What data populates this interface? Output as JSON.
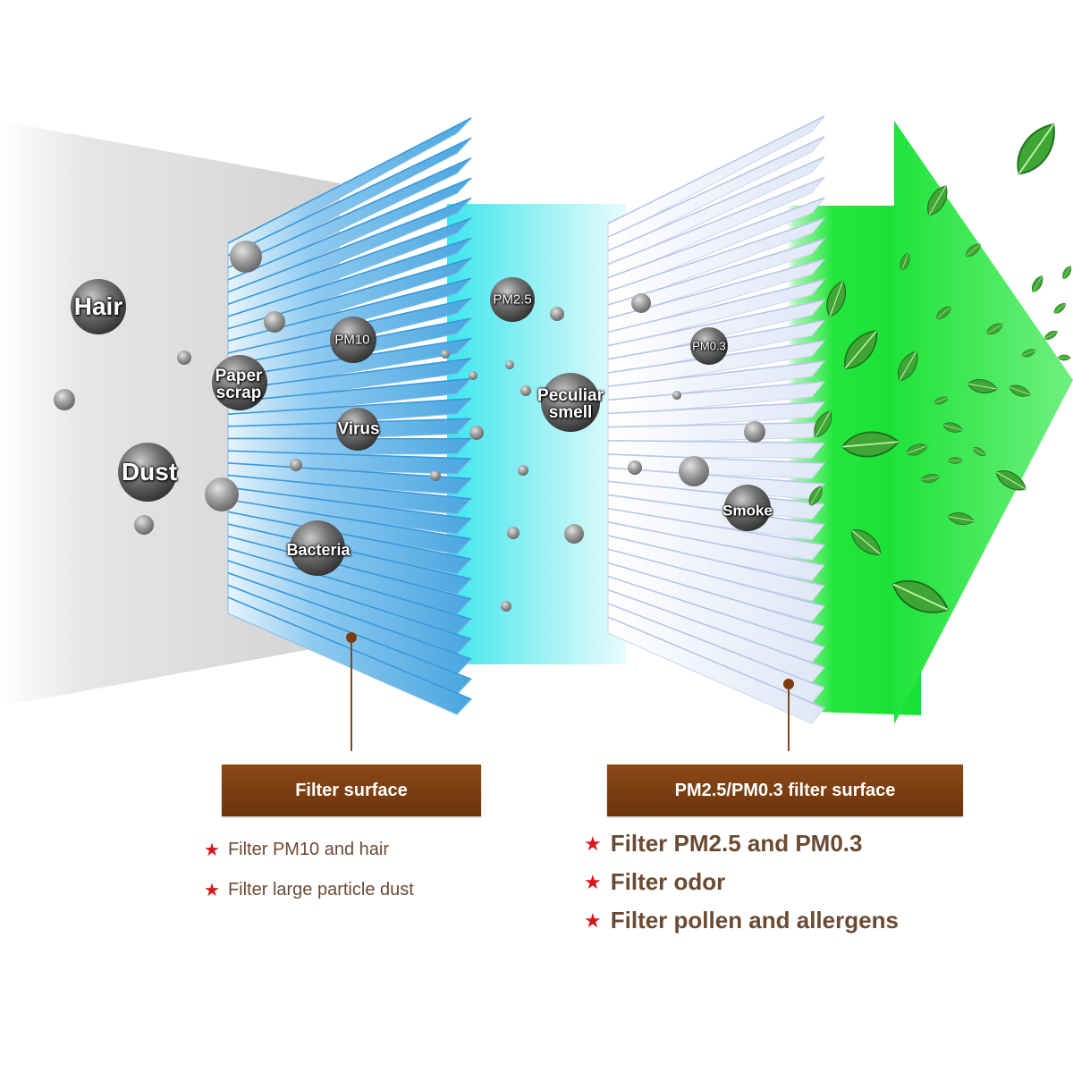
{
  "particles": {
    "hair": "Hair",
    "dust": "Dust",
    "paper_scrap": "Paper\nscrap",
    "pm10": "PM10",
    "virus": "Virus",
    "bacteria": "Bacteria",
    "pm2_5": "PM2.5",
    "peculiar_smell": "Peculiar\nsmell",
    "pm0_3": "PM0.3",
    "smoke": "Smoke"
  },
  "filter_surface": {
    "title": "Filter surface",
    "features": [
      "Filter PM10 and hair",
      "Filter large particle dust"
    ]
  },
  "pm_filter_surface": {
    "title": "PM2.5/PM0.3 filter surface",
    "features": [
      "Filter PM2.5 and PM0.3",
      "Filter odor",
      "Filter pollen and allergens"
    ]
  },
  "colors": {
    "brown_label": "#7a3d10",
    "star_red": "#d9161c",
    "blue_filter": "#5fb2e6",
    "cyan_air": "#46e7ee",
    "green_air": "#1ee83a",
    "leaf_green": "#3fa535"
  },
  "icons": {
    "bullet": "star-icon",
    "decoration": "leaf-icon"
  }
}
